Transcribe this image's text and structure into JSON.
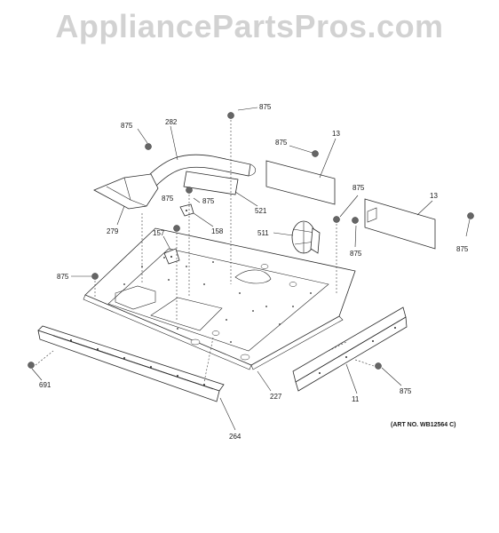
{
  "watermark": "AppliancePartsPros.com",
  "art_number": "(ART NO. WB12564 C)",
  "callouts": {
    "screw_a": "875",
    "duct": "282",
    "screw_b": "875",
    "screw_c": "875",
    "panel_left": "13",
    "screw_d": "875",
    "screw_e": "875",
    "panel_right": "13",
    "plate": "521",
    "burner_box": "279",
    "bracket_158": "158",
    "screw_f": "875",
    "fan": "511",
    "screw_g": "875",
    "screw_h": "875",
    "bracket_157": "157",
    "screw_i": "875",
    "screw_j": "691",
    "floor": "227",
    "front_trim": "264",
    "rear_trim": "11",
    "screw_k": "875"
  }
}
